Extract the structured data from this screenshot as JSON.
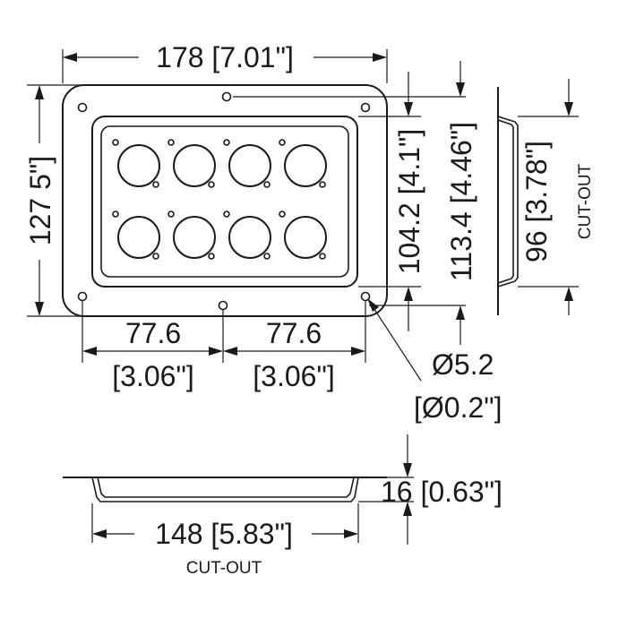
{
  "dimensions": {
    "overall_width": "178 [7.01\"]",
    "overall_height": "127 5\"]",
    "inner_height": "104.2 [4.1\"]",
    "hole_span_height": "113.4 [4.46\"]",
    "hole_pitch_left": "77.6",
    "hole_pitch_left_in": "[3.06\"]",
    "hole_pitch_right": "77.6",
    "hole_pitch_right_in": "[3.06\"]",
    "hole_diameter": "Ø5.2",
    "hole_diameter_in": "[Ø0.2\"]",
    "cutout_height": "96 [3.78\"]",
    "depth": "16 [0.63\"]",
    "cutout_width": "148 [5.83\"]"
  },
  "labels": {
    "side_cutout": "CUT-OUT",
    "bottom_cutout": "CUT-OUT"
  },
  "connectors": {
    "rows": 2,
    "cols": 4
  },
  "colors": {
    "line": "#1a1a1a",
    "background": "#ffffff"
  }
}
